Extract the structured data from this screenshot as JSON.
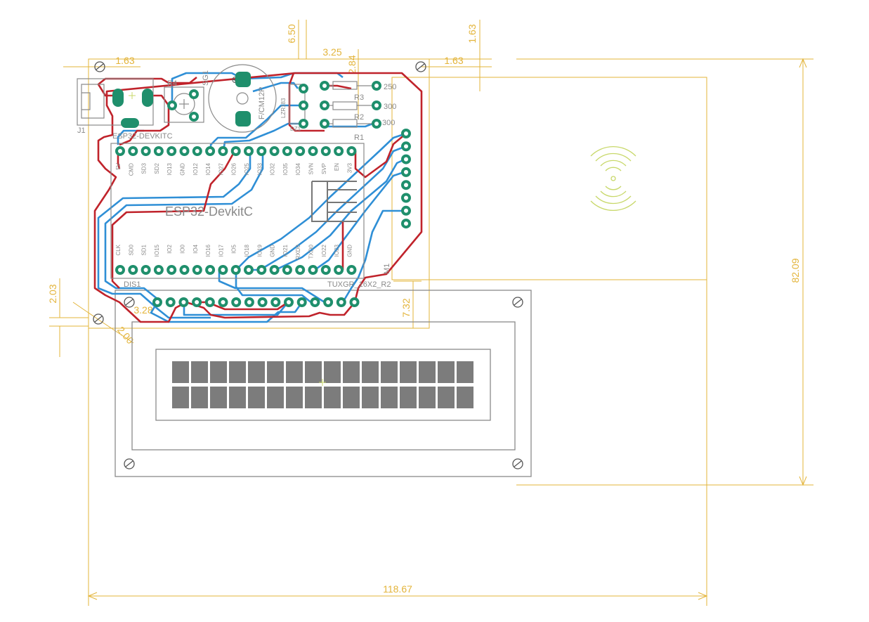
{
  "dimensions": {
    "overall_width": "118.67",
    "overall_height": "82.09",
    "left_offset": "1.63",
    "right_offset": "1.63",
    "top_gap": "6.50",
    "top_span": "3.25",
    "top_right": "1.63",
    "top_mid": "2.84",
    "left_small": "2.03",
    "hole_dist": "3.28",
    "hole_dia": "2.00",
    "lcd_offset": "7.32"
  },
  "components": {
    "j1": "J1",
    "r4": "R4",
    "sg1": "SG1",
    "buzzer": "F/CM12P",
    "ldr": "LZR183",
    "dz1": "DZ1",
    "r3": "R3",
    "r2": "R2",
    "r1": "R1",
    "r3_val": "250",
    "r2_val": "300",
    "r1_val": "300",
    "devkit_ref": "ESP32-DEVKITC",
    "devkit_name": "ESP32-DevkitC",
    "lcd_ref": "TUXGR_16X2_R2",
    "lcd_short": "DIS1",
    "m1": "M1"
  },
  "pins_top": [
    "5V",
    "CMD",
    "SD3",
    "SD2",
    "IO13",
    "GND",
    "IO12",
    "IO14",
    "IO27",
    "IO26",
    "IO25",
    "IO33",
    "IO32",
    "IO35",
    "IO34",
    "SVN",
    "SVP",
    "EN",
    "3V3"
  ],
  "pins_bottom": [
    "CLK",
    "SD0",
    "SD1",
    "IO15",
    "IO2",
    "IO0",
    "IO4",
    "IO16",
    "IO17",
    "IO5",
    "IO18",
    "IO19",
    "GND",
    "IO21",
    "RXD0",
    "TXD0",
    "IO22",
    "IO23",
    "GND"
  ],
  "colors": {
    "dimension": "#e3b43a",
    "board_outline": "#e3b43a",
    "top_copper": "#c0232b",
    "bottom_copper": "#2f8fd6",
    "pad": "#1f8f6c",
    "silkscreen": "#8a8a8a",
    "nfc": "#c8d86a"
  }
}
